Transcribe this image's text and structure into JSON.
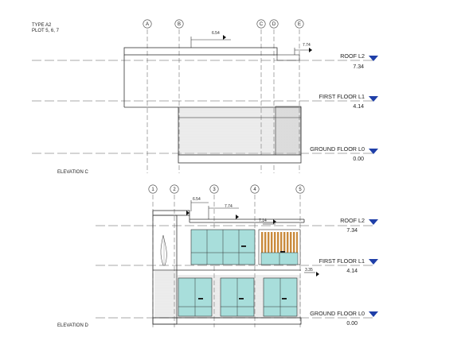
{
  "header": {
    "type": "TYPE A2",
    "plot": "PLOT 5, 6, 7"
  },
  "elevation_c": {
    "title": "ELEVATION C",
    "grids": [
      "A",
      "B",
      "C",
      "D",
      "E"
    ],
    "dims": [
      "6.54",
      "7.74"
    ],
    "levels": [
      {
        "name": "ROOF L2",
        "value": "7.34"
      },
      {
        "name": "FIRST FLOOR L1",
        "value": "4.14"
      },
      {
        "name": "GROUND FLOOR L0",
        "value": "0.00"
      }
    ]
  },
  "elevation_d": {
    "title": "ELEVATION D",
    "grids": [
      "1",
      "2",
      "3",
      "4",
      "5"
    ],
    "dims": [
      "6.54",
      "7.74",
      "7.14",
      "3.35"
    ],
    "levels": [
      {
        "name": "ROOF L2",
        "value": "7.34"
      },
      {
        "name": "FIRST FLOOR L1",
        "value": "4.14"
      },
      {
        "name": "GROUND FLOOR L0",
        "value": "0.00"
      }
    ]
  },
  "colors": {
    "glass": "#a8dedb",
    "level_marker": "#1f3fa8",
    "timber": "#c98a3c",
    "line": "#333333"
  }
}
